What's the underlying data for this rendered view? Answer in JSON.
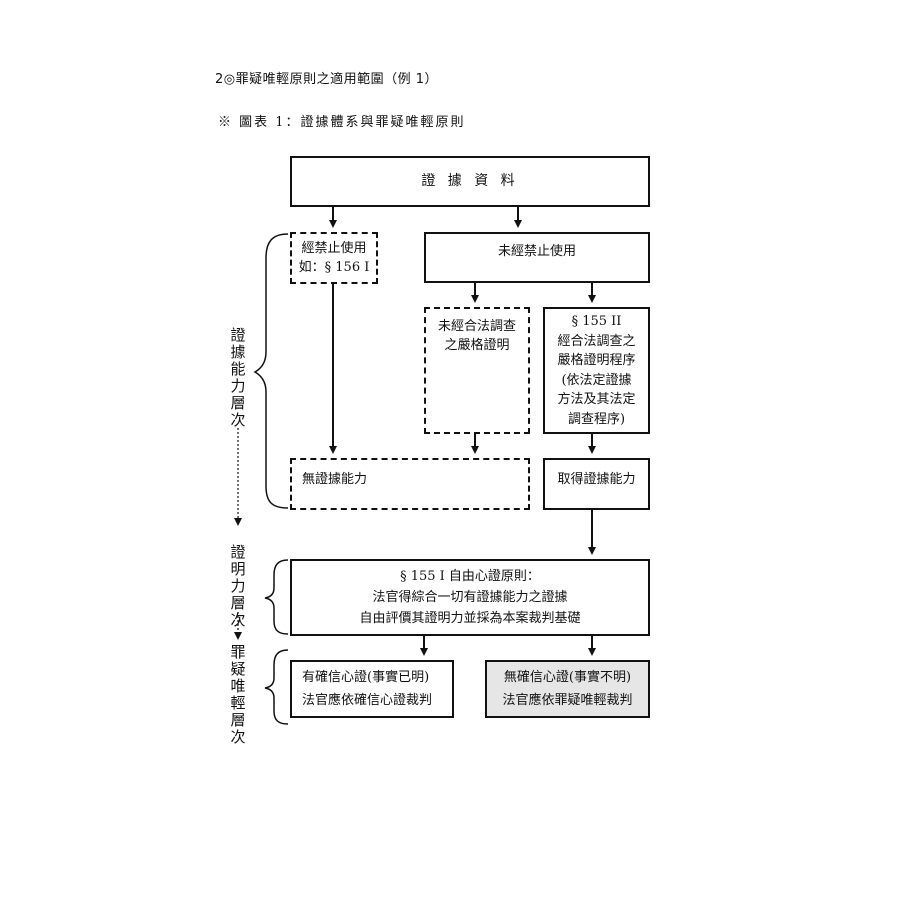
{
  "header": {
    "title": "2◎罪疑唯輕原則之適用範圍（例 1）",
    "figure_title": "※  圖表 1：證據體系與罪疑唯輕原則"
  },
  "boxes": {
    "evidence_data": "證 據 資 料",
    "prohibited_line1": "經禁止使用",
    "prohibited_line2": "如：§ 156 I",
    "not_prohibited": "未經禁止使用",
    "strict_not_line1": "未經合法調查",
    "strict_not_line2": "之嚴格證明",
    "strict_yes_line1": "§ 155 II",
    "strict_yes_line2": "經合法調查之",
    "strict_yes_line3": "嚴格證明程序",
    "strict_yes_line4": "(依法定證據",
    "strict_yes_line5": "方法及其法定",
    "strict_yes_line6": "調查程序)",
    "no_admissibility": "無證據能力",
    "has_admissibility": "取得證據能力",
    "free_proof_line1": "§ 155 I 自由心證原則：",
    "free_proof_line2": "法官得綜合一切有證據能力之證據",
    "free_proof_line3": "自由評價其證明力並採為本案裁判基礎",
    "conviction_line1": "有確信心證(事實已明)",
    "conviction_line2": "法官應依確信心證裁判",
    "no_conviction_line1": "無確信心證(事實不明)",
    "no_conviction_line2": "法官應依罪疑唯輕裁判"
  },
  "levels": {
    "admissibility": [
      "證",
      "據",
      "能",
      "力",
      "層",
      "次"
    ],
    "probative": [
      "證",
      "明",
      "力",
      "層",
      "次"
    ],
    "in_dubio": [
      "罪",
      "疑",
      "唯",
      "輕",
      "層",
      "次"
    ]
  },
  "colors": {
    "line": "#111111",
    "shaded_box": "#e6e6e6"
  }
}
